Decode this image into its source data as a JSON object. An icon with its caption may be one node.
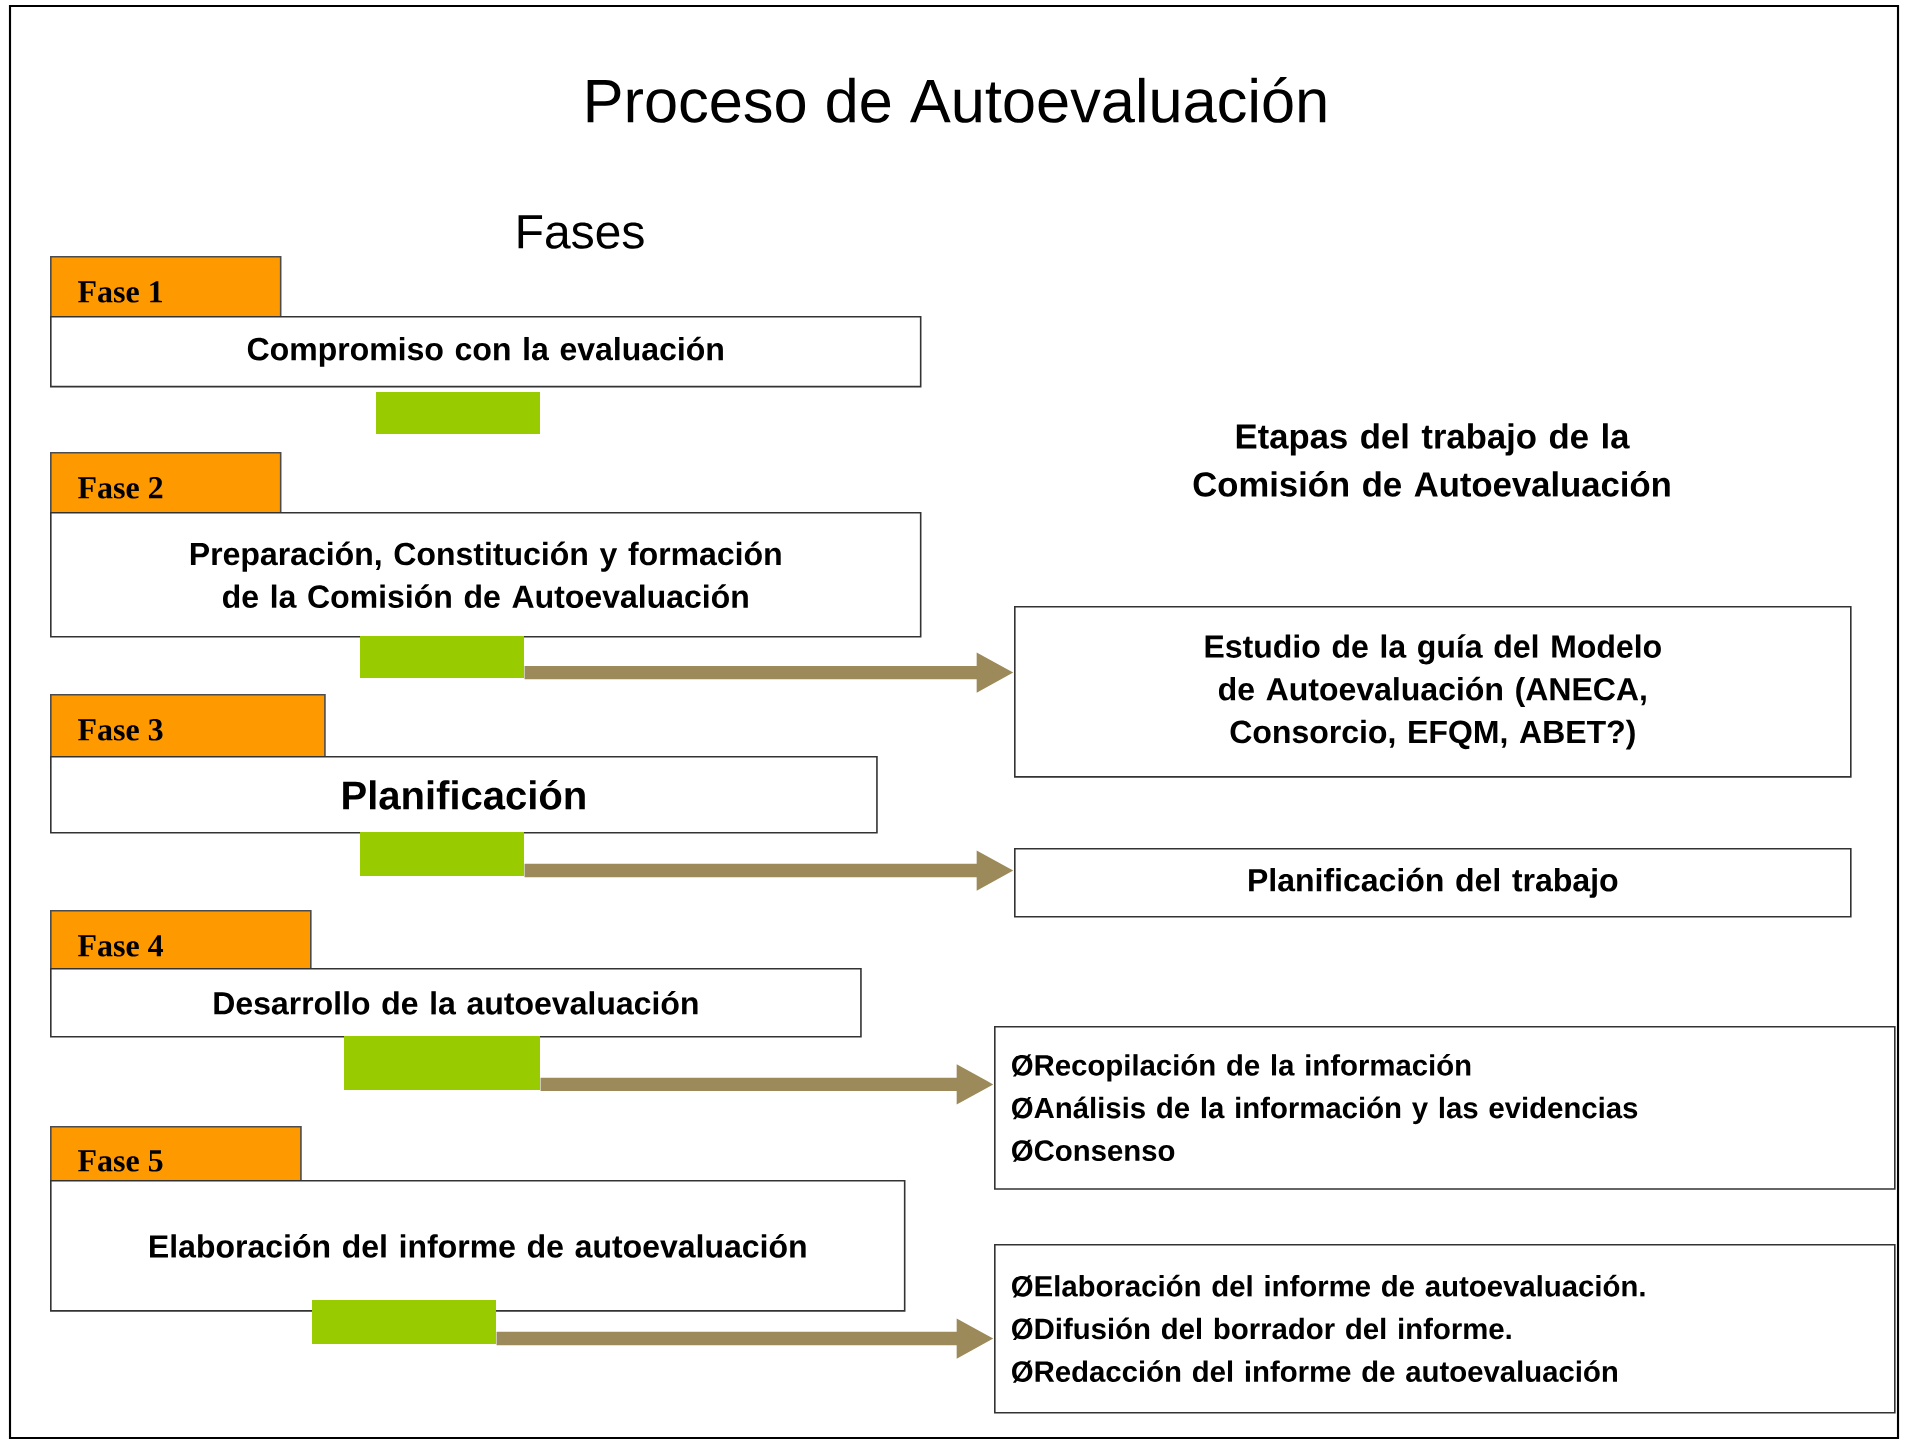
{
  "diagram": {
    "title": "Proceso de Autoevaluación",
    "nodes": [
      {
        "text": [
          "Fase 1"
        ]
      },
      {
        "text": [
          "Compromiso con la evaluación"
        ]
      },
      {
        "text": [],
        "shape": "bar"
      },
      {
        "text": [
          "Fase 2"
        ]
      },
      {
        "text": [
          "Preparación, Constitución y formación de la Comisión de Autoevaluación"
        ]
      },
      {
        "text": [],
        "shape": "bar"
      },
      {
        "text": [
          "Fase 3"
        ]
      },
      {
        "text": [
          "Planificación"
        ]
      },
      {
        "text": [],
        "shape": "bar"
      },
      {
        "text": [
          "Fase 4"
        ]
      },
      {
        "text": [
          "Desarrollo de la autoevaluación"
        ]
      },
      {
        "text": [],
        "shape": "bar"
      },
      {
        "text": [
          "Fase 5"
        ]
      },
      {
        "text": [
          "Elaboración del informe de autoevaluación"
        ]
      },
      {
        "text": [],
        "shape": "bar"
      },
      {
        "text": [
          "Estudio de la guía del Modelo de Autoevaluación (ANECA, Consorcio, EFQM, ABET?)"
        ]
      },
      {
        "text": [
          "Planificación del trabajo"
        ]
      },
      {
        "text": [
          "ØRecopilación de la información",
          "ØAnálisis de la información y las evidencias",
          "ØConsenso"
        ]
      },
      {
        "text": [
          "ØElaboración del informe de autoevaluación.",
          "ØDifusión del borrador del informe.",
          "ØRedacción del informe de autoevaluación"
        ]
      }
    ],
    "edges": [
      {
        "from": 5,
        "to": 15,
        "arrow": "to"
      },
      {
        "from": 8,
        "to": 16,
        "arrow": "to"
      },
      {
        "from": 11,
        "to": 17,
        "arrow": "to"
      },
      {
        "from": 14,
        "to": 18,
        "arrow": "to"
      }
    ],
    "labels": [
      "Fases",
      "Etapas del trabajo de la Comisión de Autoevaluación"
    ]
  }
}
